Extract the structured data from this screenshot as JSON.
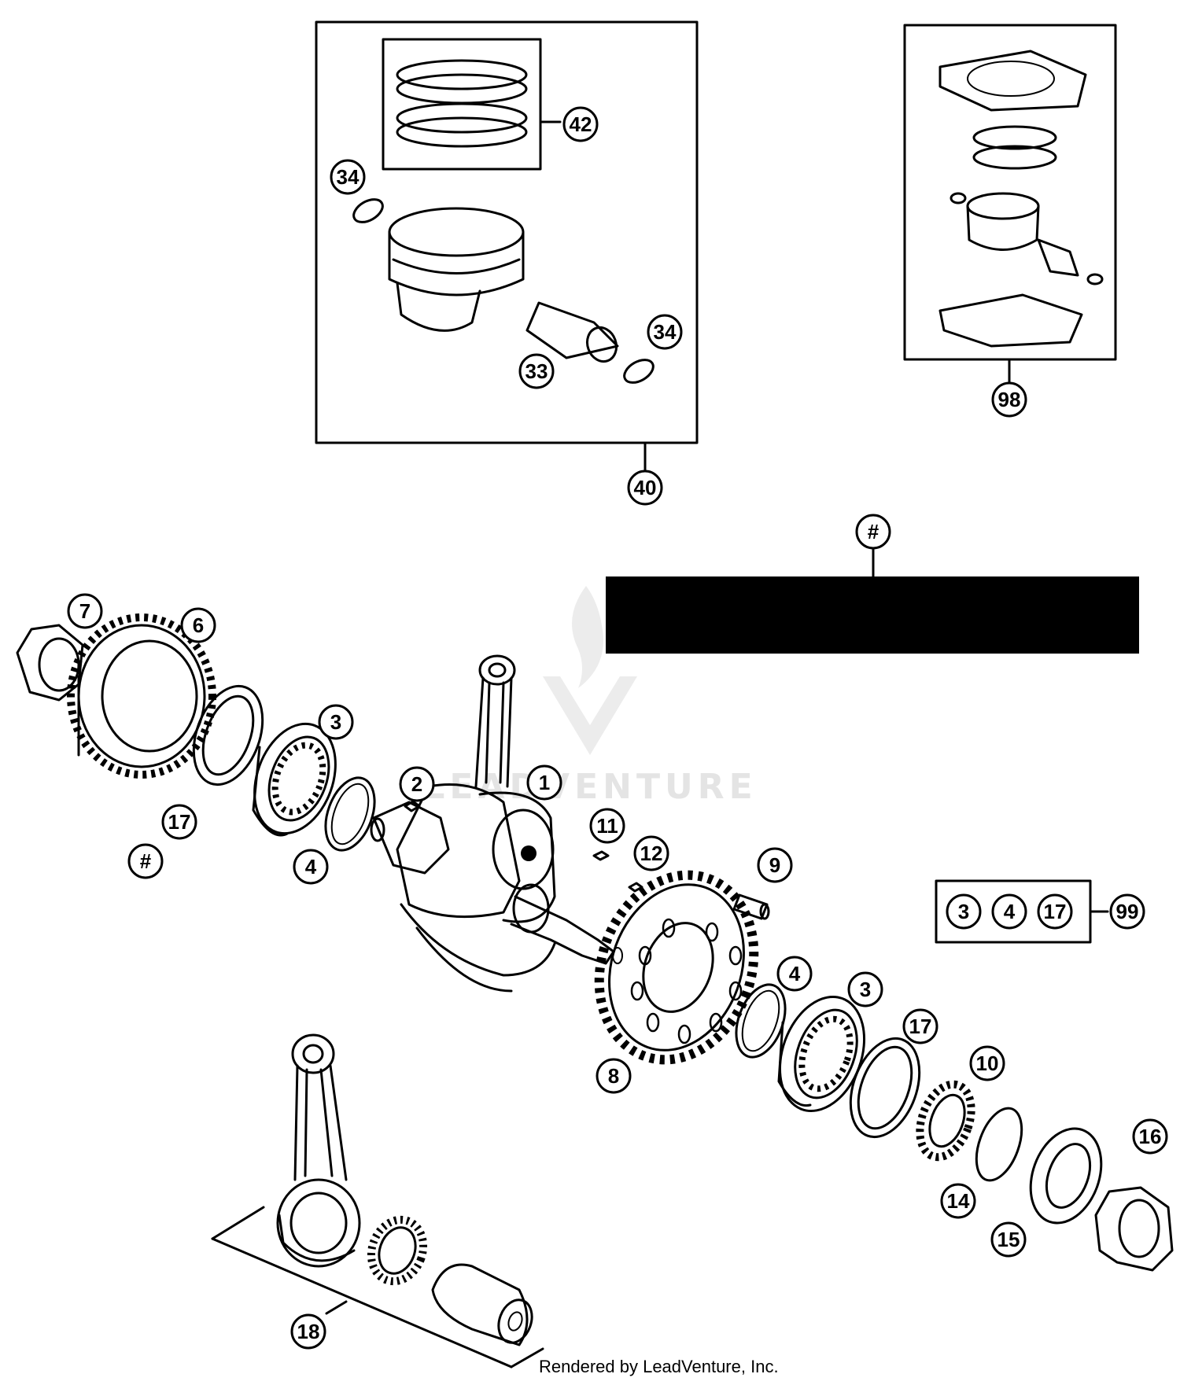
{
  "callouts": {
    "c1": "1",
    "c2": "2",
    "c3a": "3",
    "c3b": "3",
    "c3c": "3",
    "c4a": "4",
    "c4b": "4",
    "c4c": "4",
    "c6": "6",
    "c7": "7",
    "c8": "8",
    "c9": "9",
    "c10": "10",
    "c11": "11",
    "c12": "12",
    "c14": "14",
    "c15": "15",
    "c16": "16",
    "c17a": "17",
    "c17b": "17",
    "c17c": "17",
    "c18": "18",
    "c33": "33",
    "c34a": "34",
    "c34b": "34",
    "c40": "40",
    "c42": "42",
    "c98": "98",
    "c99": "99",
    "hash_a": "#",
    "hash_b": "#"
  },
  "watermark": {
    "brand": "LEADVENTURE"
  },
  "credit": "Rendered by LeadVenture, Inc."
}
